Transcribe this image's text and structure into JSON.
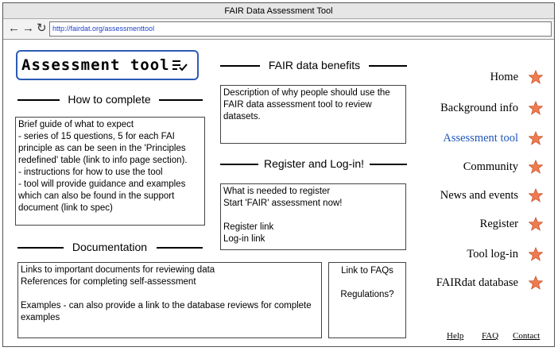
{
  "window": {
    "title": "FAIR Data Assessment Tool"
  },
  "browser": {
    "url": "http://fairdat.org/assessmenttool",
    "back": "←",
    "forward": "→",
    "reload": "↻"
  },
  "page": {
    "title": "Assessment tool",
    "sections": {
      "how_to_complete": {
        "heading": "How to complete",
        "text": "Brief guide of what to expect\n- series of 15 questions, 5 for each FAI principle as can be seen in the 'Principles redefined' table (link to info page section).\n- instructions for how to use the tool\n- tool will provide guidance and examples which can also be found in the support document (link to spec)"
      },
      "fair_benefits": {
        "heading": "FAIR data benefits",
        "text": "Description of why people should use the FAIR data assessment tool to review datasets."
      },
      "register_login": {
        "heading": "Register and Log-in!",
        "text": "What is needed to register\nStart 'FAIR' assessment now!\n\nRegister link\nLog-in link"
      },
      "documentation": {
        "heading": "Documentation",
        "text": "Links to important documents for reviewing data\nReferences for completing self-assessment\n\nExamples - can also provide a link to the database reviews for complete examples"
      },
      "faq_box": {
        "text": "Link to FAQs\n\nRegulations?"
      }
    }
  },
  "nav": [
    {
      "label": "Home"
    },
    {
      "label": "Background info"
    },
    {
      "label": "Assessment tool",
      "active": true
    },
    {
      "label": "Community"
    },
    {
      "label": "News and events"
    },
    {
      "label": "Register"
    },
    {
      "label": "Tool log-in"
    },
    {
      "label": "FAIRdat database"
    }
  ],
  "footer": {
    "help": "Help",
    "faq": "FAQ",
    "contact": "Contact"
  },
  "colors": {
    "accent": "#2b5bb5",
    "star_fill": "#f07b4f",
    "star_stroke": "#c0502a"
  }
}
